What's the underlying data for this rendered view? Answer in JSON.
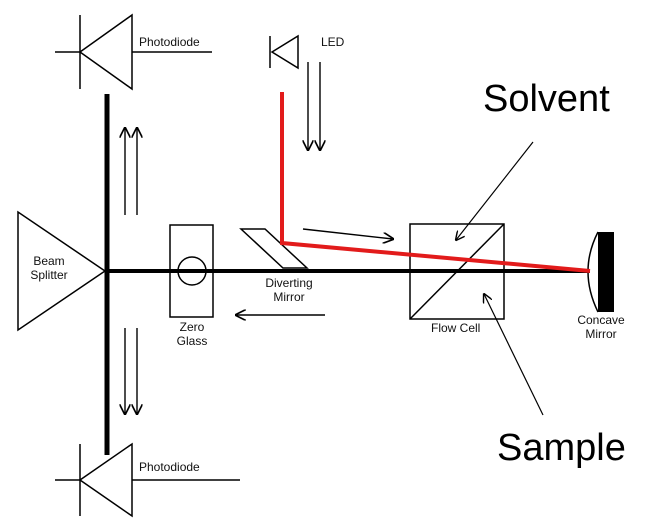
{
  "labels": {
    "photodiode_top": "Photodiode",
    "photodiode_bottom": "Photodiode",
    "led": "LED",
    "beam_splitter": "Beam\nSplitter",
    "zero_glass": "Zero\nGlass",
    "diverting_mirror": "Diverting\nMirror",
    "flow_cell": "Flow Cell",
    "concave_mirror": "Concave\nMirror",
    "solvent": "Solvent",
    "sample": "Sample"
  },
  "colors": {
    "beam": "#000000",
    "source_beam": "#e21b1b",
    "mirror": "#000000"
  }
}
